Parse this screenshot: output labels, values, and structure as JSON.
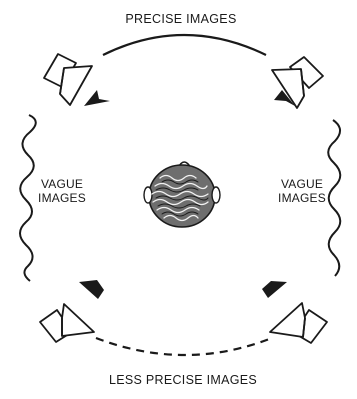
{
  "labels": {
    "top": "PRECISE IMAGES",
    "bottom": "LESS PRECISE IMAGES",
    "left_line1": "VAGUE",
    "left_line2": "IMAGES",
    "right_line1": "VAGUE",
    "right_line2": "IMAGES"
  },
  "colors": {
    "ink": "#1a1a1a",
    "background": "#ffffff"
  },
  "icons": {
    "speakers": [
      "speaker-front-left-icon",
      "speaker-front-right-icon",
      "speaker-rear-left-icon",
      "speaker-rear-right-icon"
    ],
    "listener": "listener-head-icon"
  }
}
